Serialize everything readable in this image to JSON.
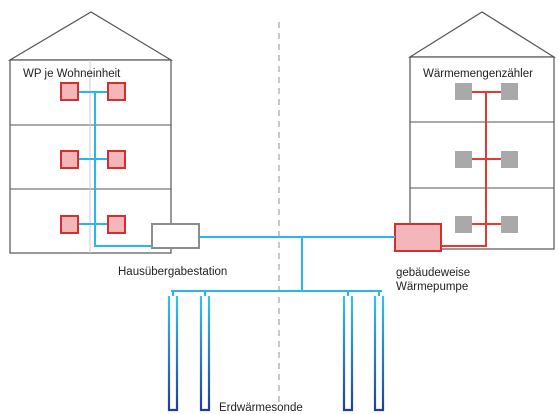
{
  "labels": {
    "left_building": "WP je Wohneinheit",
    "right_building": "Wärmemengenzähler",
    "substation": "Hausübergabestation",
    "heatpump_line1": "gebäudeweise",
    "heatpump_line2": "Wärmepumpe",
    "probes": "Erdwärmesonde"
  },
  "colors": {
    "water_pipe": "#29b6e8",
    "heat_pipe": "#e53935",
    "unit_fill": "#f4b6b8",
    "unit_stroke": "#d32f2f",
    "meter_fill": "#a9a9a9",
    "substation_stroke": "#8c8c8c",
    "probe_dark": "#1f3fa0",
    "probe_light": "#36c3f0",
    "divider": "#aaaaaa",
    "building_outline": "#555555"
  }
}
